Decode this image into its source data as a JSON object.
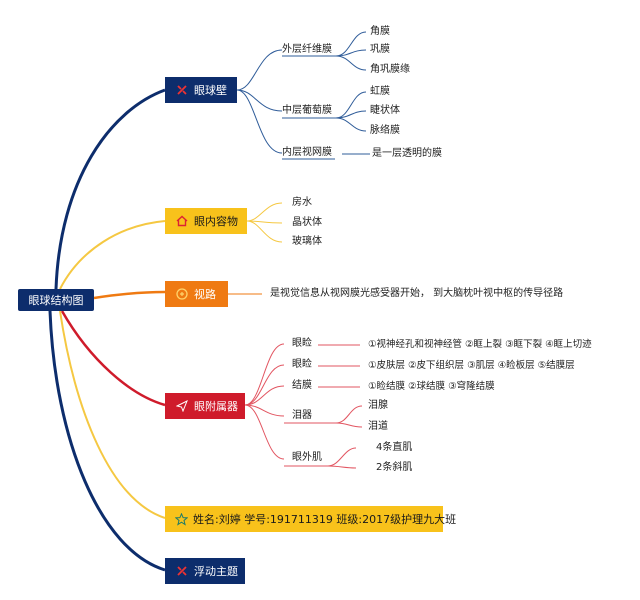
{
  "root": "眼球结构图",
  "colors": {
    "navy": "#0d2d6c",
    "yellow": "#f8c21b",
    "orange": "#ef7a12",
    "red": "#cf1b2b",
    "line": "#2f5c99",
    "yellowLine": "#f5c842",
    "redLine": "#e25561"
  },
  "branches": {
    "wall": {
      "label": "眼球壁",
      "icon": "crossed-tools-icon",
      "outer": {
        "label": "外层纤维膜",
        "items": [
          "角膜",
          "巩膜",
          "角巩膜缘"
        ]
      },
      "middle": {
        "label": "中层葡萄膜",
        "items": [
          "虹膜",
          "睫状体",
          "脉络膜"
        ]
      },
      "inner": {
        "label": "内层视网膜",
        "note": "是一层透明的膜"
      }
    },
    "contents": {
      "label": "眼内容物",
      "icon": "house-icon",
      "items": [
        "房水",
        "晶状体",
        "玻璃体"
      ]
    },
    "path": {
      "label": "视路",
      "icon": "lock-icon",
      "note": "是视觉信息从视网膜光感受器开始， 到大脑枕叶视中枢的传导径路"
    },
    "adnexa": {
      "label": "眼附属器",
      "icon": "paper-plane-icon",
      "eyelid": {
        "label": "眼睑",
        "note": "①视神经孔和视神经管 ②眶上裂 ③眶下裂 ④眶上切迹"
      },
      "orbit": {
        "label": "眼睑",
        "note": "①皮肤层 ②皮下组织层 ③肌层 ④睑板层 ⑤结膜层"
      },
      "conj": {
        "label": "结膜",
        "note": "①睑结膜 ②球结膜 ③穹隆结膜"
      },
      "lacrimal": {
        "label": "泪器",
        "items": [
          "泪腺",
          "泪道"
        ]
      },
      "muscle": {
        "label": "眼外肌",
        "items": [
          "4条直肌",
          "2条斜肌"
        ]
      }
    },
    "info": {
      "label": "姓名:刘婷 学号:191711319 班级:2017级护理九大班",
      "icon": "star-icon"
    },
    "float": {
      "label": "浮动主题",
      "icon": "crossed-tools-icon"
    }
  }
}
